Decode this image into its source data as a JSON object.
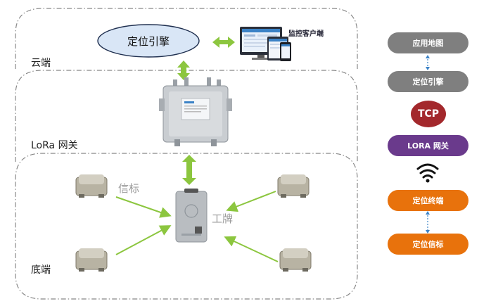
{
  "zones": {
    "cloud": "云端",
    "gateway": "LoRa 网关",
    "bottom": "底端"
  },
  "engine_label": "定位引擎",
  "monitor_label": "监控客户端",
  "beacon_label": "信标",
  "badge_label": "工牌",
  "legend": {
    "app_map": "应用地图",
    "engine": "定位引擎",
    "tcp": "TCP",
    "lora_gateway": "LORA 网关",
    "terminal": "定位终端",
    "beacon": "定位信标"
  },
  "colors": {
    "grey_pill": "#7f7f7f",
    "tcp": "#a3282c",
    "lora": "#6a3a8c",
    "orange": "#e8720c",
    "arrow_green": "#8cc63f",
    "engine_fill": "#d9e6f6",
    "dashed": "#888888"
  },
  "icons": [
    "gateway-device-icon",
    "monitor-devices-icon",
    "beacon-device-icon",
    "badge-device-icon",
    "wifi-icon"
  ]
}
